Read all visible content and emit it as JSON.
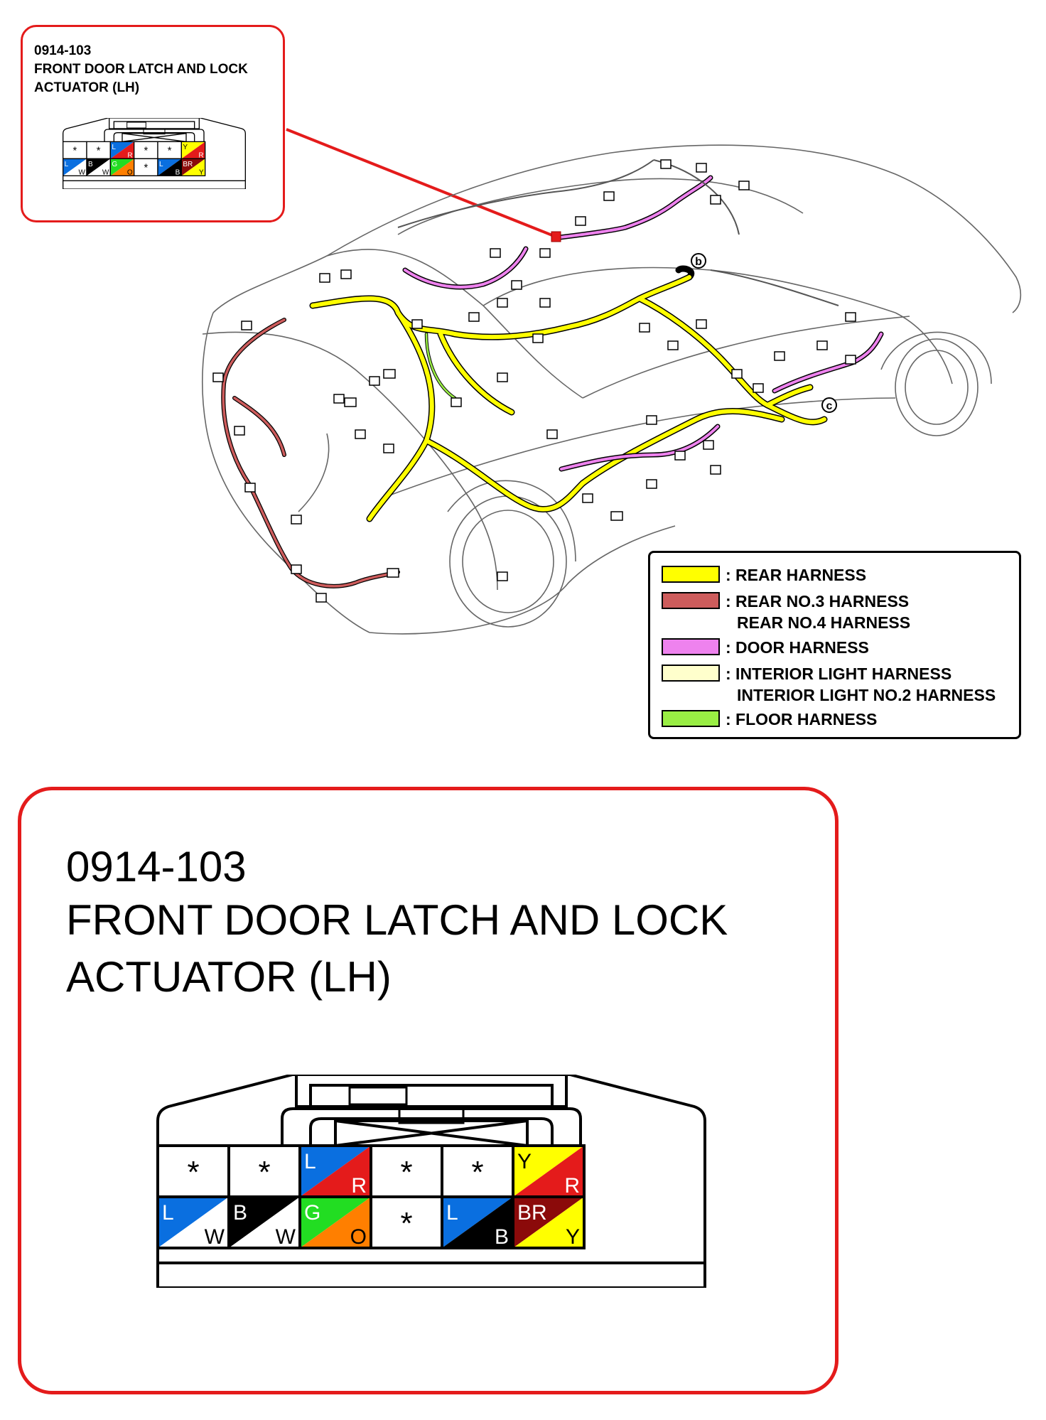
{
  "connector": {
    "code": "0914-103",
    "name_line1": "FRONT DOOR LATCH AND LOCK",
    "name_line2": "ACTUATOR (LH)",
    "top_row": [
      {
        "type": "blank"
      },
      {
        "type": "blank"
      },
      {
        "type": "split",
        "upper": "L",
        "lower": "R",
        "upper_color": "#0a6fe0",
        "lower_color": "#e41b1b",
        "upper_text": "#ffffff",
        "lower_text": "#ffffff"
      },
      {
        "type": "blank"
      },
      {
        "type": "blank"
      },
      {
        "type": "split",
        "upper": "Y",
        "lower": "R",
        "upper_color": "#ffff00",
        "lower_color": "#e41b1b",
        "upper_text": "#000000",
        "lower_text": "#ffffff"
      }
    ],
    "bottom_row": [
      {
        "type": "split",
        "upper": "L",
        "lower": "W",
        "upper_color": "#0a6fe0",
        "lower_color": "#ffffff",
        "upper_text": "#ffffff",
        "lower_text": "#000000"
      },
      {
        "type": "split",
        "upper": "B",
        "lower": "W",
        "upper_color": "#000000",
        "lower_color": "#ffffff",
        "upper_text": "#ffffff",
        "lower_text": "#000000"
      },
      {
        "type": "split",
        "upper": "G",
        "lower": "O",
        "upper_color": "#22dd22",
        "lower_color": "#ff7f00",
        "upper_text": "#ffffff",
        "lower_text": "#000000"
      },
      {
        "type": "blank"
      },
      {
        "type": "split",
        "upper": "L",
        "lower": "B",
        "upper_color": "#0a6fe0",
        "lower_color": "#000000",
        "upper_text": "#ffffff",
        "lower_text": "#ffffff"
      },
      {
        "type": "split",
        "upper": "BR",
        "lower": "Y",
        "upper_color": "#8b0a0a",
        "lower_color": "#ffff00",
        "upper_text": "#ffffff",
        "lower_text": "#000000"
      }
    ],
    "blank_symbol": "*"
  },
  "legend": {
    "items": [
      {
        "color": "#ffff00",
        "lines": [
          ": REAR HARNESS"
        ]
      },
      {
        "color": "#cd5c5c",
        "lines": [
          ": REAR NO.3 HARNESS",
          "REAR NO.4 HARNESS"
        ]
      },
      {
        "color": "#ee82ee",
        "lines": [
          ": DOOR HARNESS"
        ]
      },
      {
        "color": "#ffffcc",
        "lines": [
          ": INTERIOR LIGHT HARNESS",
          "INTERIOR LIGHT NO.2 HARNESS"
        ]
      },
      {
        "color": "#99ee44",
        "lines": [
          ": FLOOR HARNESS"
        ]
      }
    ]
  },
  "markers": {
    "b": "b",
    "c": "c"
  },
  "colors": {
    "callout_border": "#e41b1b",
    "rear_harness": "#ffff00",
    "rear_no3_harness": "#cd5c5c",
    "door_harness": "#ee82ee",
    "interior_light_harness": "#ffffcc",
    "floor_harness": "#99ee44"
  }
}
